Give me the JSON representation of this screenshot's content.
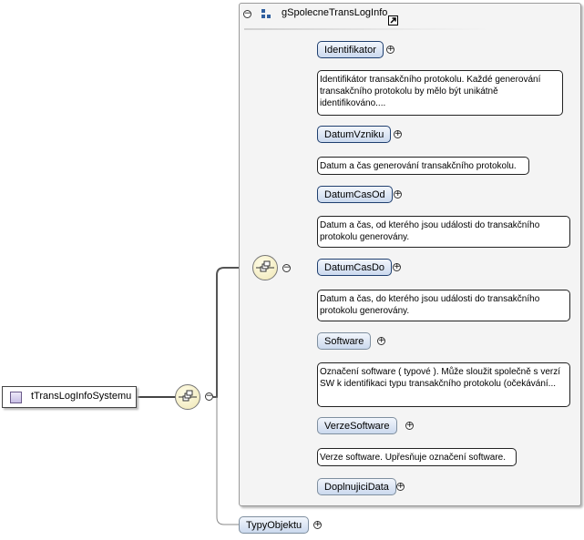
{
  "root": {
    "label": "tTransLogInfoSystemu"
  },
  "group": {
    "title": "gSpolecneTransLogInfo"
  },
  "elements": [
    {
      "label": "Identifikator",
      "doc": "Identifikátor transakčního protokolu. Každé generování transakčního protokolu by mělo být unikátně identifikováno...."
    },
    {
      "label": "DatumVzniku",
      "doc": "Datum a čas generování transakčního protokolu."
    },
    {
      "label": "DatumCasOd",
      "doc": "Datum a čas, od kterého jsou události do transakčního protokolu generovány."
    },
    {
      "label": "DatumCasDo",
      "doc": "Datum a čas, do kterého jsou události do transakčního protokolu generovány."
    },
    {
      "label": "Software",
      "doc": "Označení software ( typové ). Může sloužit společně s verzí SW k identifikaci typu transakčního protokolu (očekávání..."
    },
    {
      "label": "VerzeSoftware",
      "doc": "Verze software. Upřesňuje označení software."
    },
    {
      "label": "DoplnujiciData"
    }
  ],
  "extra": {
    "label": "TypyObjektu"
  },
  "symbols": {
    "expand": "+",
    "collapse": "−"
  }
}
